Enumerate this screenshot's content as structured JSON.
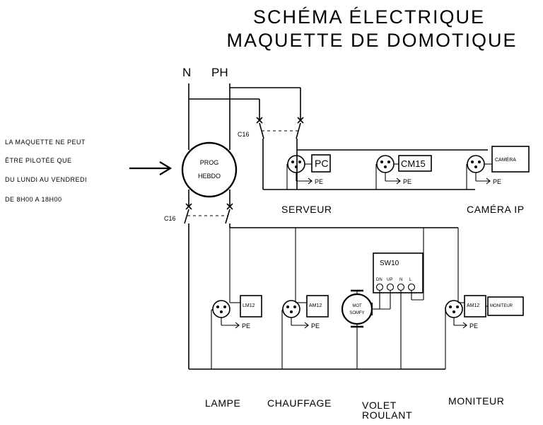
{
  "title": {
    "line1": "SCHÉMA ÉLECTRIQUE",
    "line2": "MAQUETTE DE DOMOTIQUE"
  },
  "phases": {
    "neutral": "N",
    "phase": "PH"
  },
  "note": {
    "line1": "LA MAQUETTE NE PEUT",
    "line2": "ÊTRE PILOTÉE QUE",
    "line3": "DU LUNDI AU VENDREDI",
    "line4": "DE 8H00   A   18H00"
  },
  "prog": {
    "line1": "PROG",
    "line2": "HEBDO"
  },
  "breakers": {
    "top": "C16",
    "bottom": "C16"
  },
  "devices": {
    "pc": "PC",
    "cm15": "CM15",
    "camera": "CAMÉRA",
    "lm12": "LM12",
    "am12a": "AM12",
    "am12b": "AM12",
    "moniteur": "MONITEUR",
    "sw10": "SW10",
    "sw10_terminals": [
      "DN",
      "UP",
      "N",
      "L"
    ],
    "motor_line1": "MOT",
    "motor_line2": "SOMFY"
  },
  "pe": "PE",
  "groups": {
    "serveur": "SERVEUR",
    "camera_ip": "CAMÉRA IP",
    "lampe": "LAMPE",
    "chauffage": "CHAUFFAGE",
    "volet1": "VOLET",
    "volet2": "ROULANT",
    "moniteur": "MONITEUR"
  },
  "icons": [
    "arrow-right-icon",
    "outlet-icon",
    "earth-arrow-icon",
    "motor-icon",
    "clock-icon"
  ]
}
